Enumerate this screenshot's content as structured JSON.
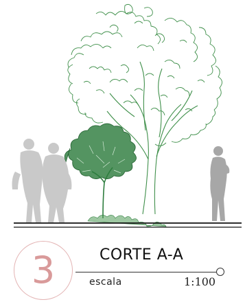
{
  "drawing": {
    "colors": {
      "large_tree": "#3f8f4a",
      "small_tree": "#2e7d3e",
      "people": "#c9c9c9",
      "standing_person": "#a7a7a7",
      "ground": "#111111",
      "grass": "#4f9a55"
    }
  },
  "title_block": {
    "sheet_number": "3",
    "title": "CORTE A-A",
    "scale_label": "escala",
    "scale_value": "1:100",
    "colors": {
      "number_circle": "#e3b3b3",
      "number_text": "#d99a9a"
    }
  }
}
